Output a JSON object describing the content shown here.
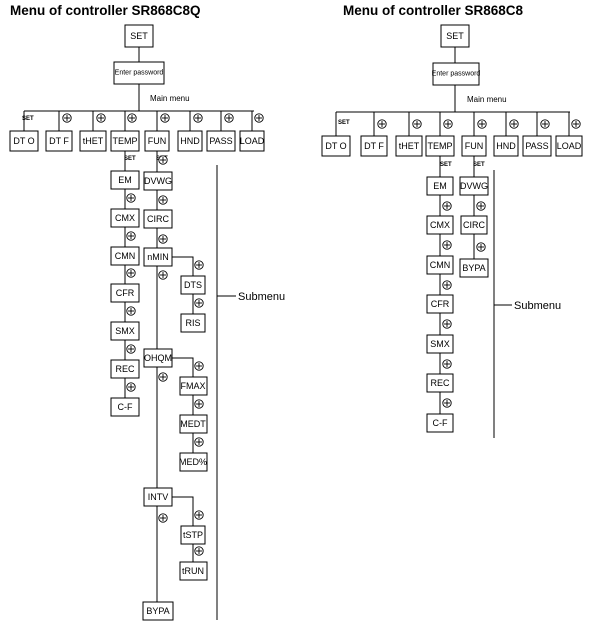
{
  "left": {
    "title": "Menu of controller SR868C8Q",
    "set": "SET",
    "enter_password": "Enter password",
    "main_menu_label": "Main menu",
    "set_label": "SET",
    "main_menu": [
      "DT O",
      "DT F",
      "tHET",
      "TEMP",
      "FUN",
      "HND",
      "PASS",
      "LOAD"
    ],
    "temp_submenu": [
      "EM",
      "CMX",
      "CMN",
      "CFR",
      "SMX",
      "REC",
      "C-F"
    ],
    "fun_submenu": [
      "DVWG",
      "CIRC",
      "nMIN",
      "OHQM",
      "INTV",
      "BYPA"
    ],
    "nmin_submenu": [
      "DTS",
      "RIS"
    ],
    "ohqm_submenu": [
      "FMAX",
      "MEDT",
      "MED%"
    ],
    "intv_submenu": [
      "tSTP",
      "tRUN"
    ],
    "submenu_label": "Submenu"
  },
  "right": {
    "title": "Menu of controller SR868C8",
    "set": "SET",
    "enter_password": "Enter password",
    "main_menu_label": "Main menu",
    "set_label": "SET",
    "main_menu": [
      "DT O",
      "DT F",
      "tHET",
      "TEMP",
      "FUN",
      "HND",
      "PASS",
      "LOAD"
    ],
    "temp_submenu": [
      "EM",
      "CMX",
      "CMN",
      "CFR",
      "SMX",
      "REC",
      "C-F"
    ],
    "fun_submenu": [
      "DVWG",
      "CIRC",
      "BYPA"
    ],
    "submenu_label": "Submenu"
  }
}
